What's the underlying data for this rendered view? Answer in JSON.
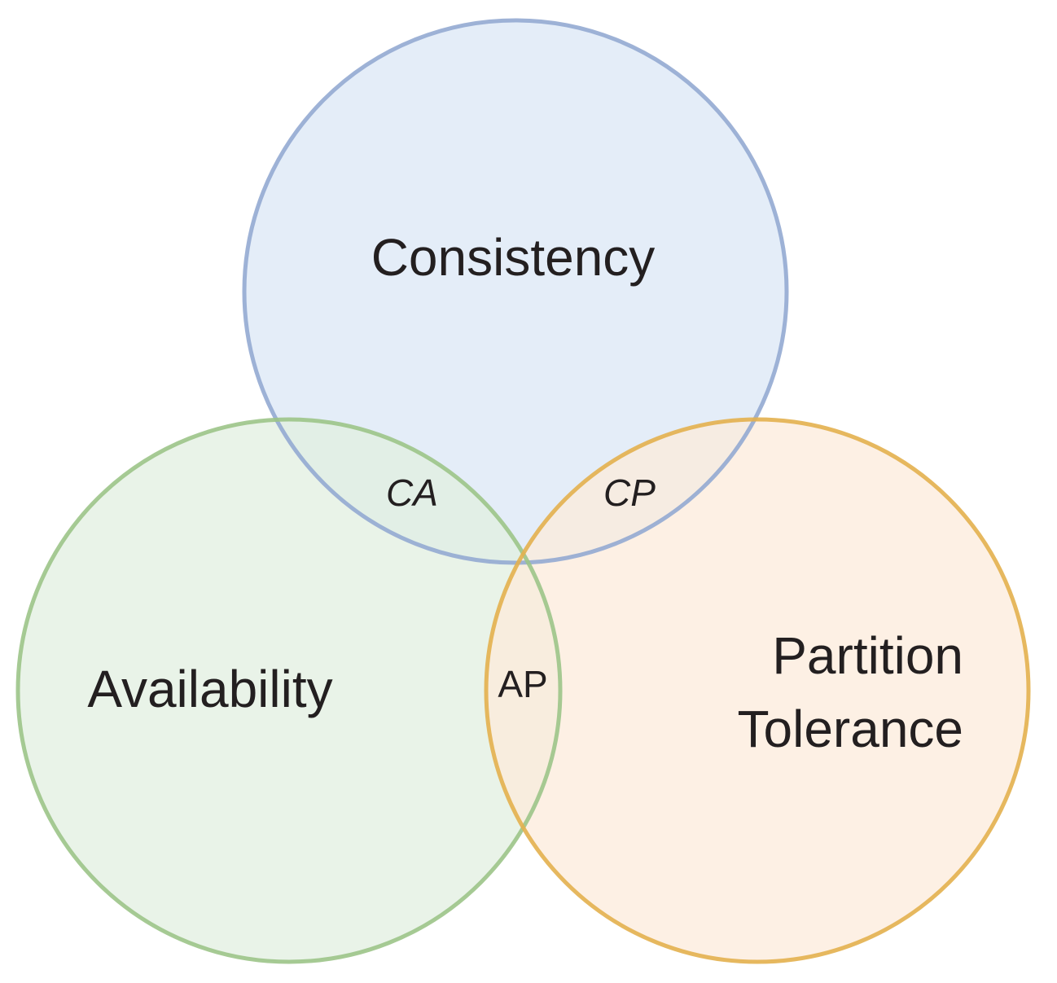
{
  "diagram": {
    "sets": {
      "consistency": {
        "label": "Consistency",
        "fill_color": "#e4edf8",
        "stroke_color": "#93aad2"
      },
      "availability": {
        "label": "Availability",
        "fill_color": "#e1efe0",
        "stroke_color": "#9cc488"
      },
      "partition": {
        "label_line1": "Partition",
        "label_line2": "Tolerance",
        "fill_color": "#fcebdb",
        "stroke_color": "#e3b04e"
      }
    },
    "intersections": {
      "ca": {
        "label": "CA"
      },
      "cp": {
        "label": "CP"
      },
      "ap": {
        "label": "AP"
      }
    }
  }
}
